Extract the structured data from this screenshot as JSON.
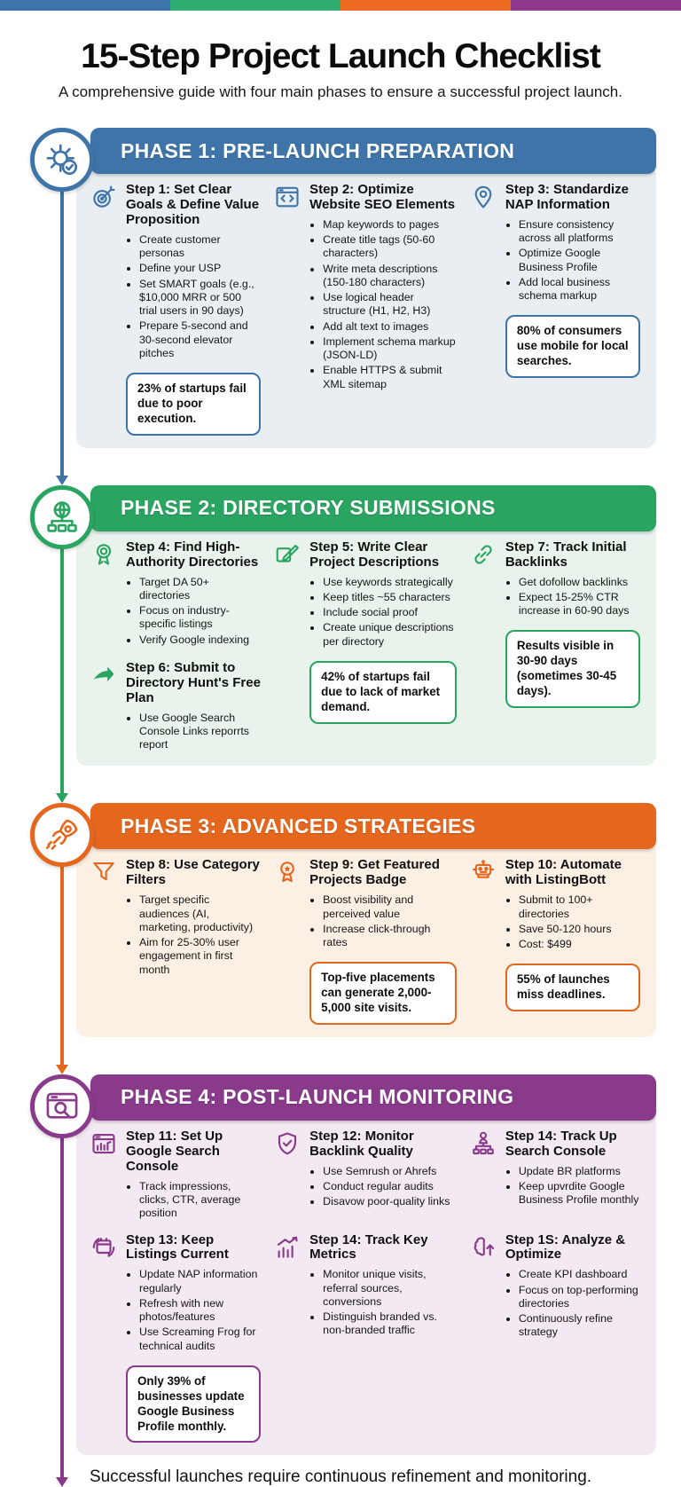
{
  "page": {
    "title": "15-Step Project Launch Checklist",
    "subtitle": "A comprehensive guide with four main phases to ensure a successful project launch.",
    "footer": "Successful launches require continuous refinement and monitoring.",
    "topbar_colors": [
      "#3c74ab",
      "#2fae72",
      "#ec6b20",
      "#8d3a8d"
    ]
  },
  "phases": [
    {
      "title": "PHASE 1: PRE-LAUNCH PREPARATION",
      "color": "#3e74a8",
      "bg": "#e9eef3",
      "icon": "gear-check-icon",
      "rows": [
        [
          {
            "steps": [
              {
                "icon": "target-icon",
                "title": "Step 1: Set Clear Goals & Define Value Proposition",
                "bullets": [
                  "Create customer personas",
                  "Define your USP",
                  "Set SMART goals (e.g., $10,000 MRR or 500 trial users in 90 days)",
                  "Prepare 5-second and 30-second elevator pitches"
                ]
              }
            ],
            "callout": "23% of startups fail due to poor execution."
          },
          {
            "steps": [
              {
                "icon": "code-window-icon",
                "title": "Step 2: Optimize Website SEO Elements",
                "bullets": [
                  "Map keywords to pages",
                  "Create title tags (50-60 characters)",
                  "Write meta descriptions (150-180 characters)",
                  "Use logical header structure (H1, H2, H3)",
                  "Add alt text to images",
                  "Implement schema markup (JSON-LD)",
                  "Enable HTTPS & submit XML sitemap"
                ]
              }
            ],
            "callout": null
          },
          {
            "steps": [
              {
                "icon": "location-pin-icon",
                "title": "Step 3: Standardize NAP Information",
                "bullets": [
                  "Ensure consistency across all platforms",
                  "Optimize Google Business Profile",
                  "Add local business schema markup"
                ]
              }
            ],
            "callout": "80% of consumers use mobile for local searches."
          }
        ]
      ]
    },
    {
      "title": "PHASE 2: DIRECTORY SUBMISSIONS",
      "color": "#2aa561",
      "bg": "#e8f3ec",
      "icon": "globe-network-icon",
      "rows": [
        [
          {
            "steps": [
              {
                "icon": "rosette-icon",
                "title": "Step 4: Find High-Authority Directories",
                "bullets": [
                  "Target DA 50+ directories",
                  "Focus on industry-specific listings",
                  "Verify Google indexing"
                ]
              },
              {
                "icon": "arrow-right-icon",
                "title": "Step 6: Submit to Directory Hunt's Free Plan",
                "bullets": [
                  "Use Google Search Console Links reporrts report"
                ]
              }
            ],
            "callout": null
          },
          {
            "steps": [
              {
                "icon": "pencil-icon",
                "title": "Step 5: Write Clear Project Descriptions",
                "bullets": [
                  "Use keywords strategically",
                  "Keep titles ~55 characters",
                  "Include social proof",
                  "Create unique descriptions per directory"
                ]
              }
            ],
            "callout": "42% of startups fail due to lack of market demand."
          },
          {
            "steps": [
              {
                "icon": "chain-link-icon",
                "title": "Step 7: Track Initial Backlinks",
                "bullets": [
                  "Get dofollow backlinks",
                  "Expect 15-25% CTR increase in 60-90 days"
                ]
              }
            ],
            "callout": "Results visible in 30-90 days (sometimes 30-45 days)."
          }
        ]
      ]
    },
    {
      "title": "PHASE 3: ADVANCED STRATEGIES",
      "color": "#e5671e",
      "bg": "#fcefe4",
      "icon": "rocket-icon",
      "rows": [
        [
          {
            "steps": [
              {
                "icon": "funnel-icon",
                "title": "Step 8: Use Category Filters",
                "bullets": [
                  "Target specific audiences (AI, marketing, productivity)",
                  "Aim for 25-30% user engagement in first month"
                ]
              }
            ],
            "callout": null
          },
          {
            "steps": [
              {
                "icon": "medal-icon",
                "title": "Step 9: Get Featured Projects Badge",
                "bullets": [
                  "Boost visibility and perceived value",
                  "Increase click-through rates"
                ]
              }
            ],
            "callout": "Top-five placements can generate 2,000-5,000 site visits."
          },
          {
            "steps": [
              {
                "icon": "robot-icon",
                "title": "Step 10: Automate with ListingBott",
                "bullets": [
                  "Submit to 100+ directories",
                  "Save 50-120 hours",
                  "Cost: $499"
                ]
              }
            ],
            "callout": "55% of launches miss deadlines."
          }
        ]
      ]
    },
    {
      "title": "PHASE 4: POST-LAUNCH MONITORING",
      "color": "#8a3a8b",
      "bg": "#f3e9f2",
      "icon": "browser-search-icon",
      "rows": [
        [
          {
            "steps": [
              {
                "icon": "browser-chart-icon",
                "title": "Step 11: Set Up Google Search Console",
                "bullets": [
                  "Track impressions, clicks, CTR, average position"
                ]
              }
            ],
            "callout": null
          },
          {
            "steps": [
              {
                "icon": "shield-check-icon",
                "title": "Step 12: Monitor Backlink Quality",
                "bullets": [
                  "Use Semrush or Ahrefs",
                  "Conduct regular audits",
                  "Disavow poor-quality links"
                ]
              }
            ],
            "callout": null
          },
          {
            "steps": [
              {
                "icon": "org-chart-icon",
                "title": "Step 14: Track Up Search Console",
                "bullets": [
                  "Update BR platforms",
                  "Keep upvrdite Google Business Profile monthly"
                ]
              }
            ],
            "callout": null
          }
        ],
        [
          {
            "steps": [
              {
                "icon": "calendar-refresh-icon",
                "title": "Step 13: Keep Listings Current",
                "bullets": [
                  "Update NAP information regularly",
                  "Refresh with new photos/features",
                  "Use Screaming Frog for technical audits"
                ]
              }
            ],
            "callout": "Only 39% of businesses update Google Business Profile monthly."
          },
          {
            "steps": [
              {
                "icon": "chart-up-icon",
                "title": "Step 14: Track Key Metrics",
                "bullets": [
                  "Monitor unique visits, referral sources, conversions",
                  "Distinguish branded vs. non-branded traffic"
                ]
              }
            ],
            "callout": null
          },
          {
            "steps": [
              {
                "icon": "brain-icon",
                "title": "Step 1S: Analyze & Optimize",
                "bullets": [
                  "Create KPI dashboard",
                  "Focus on top-performing directories",
                  "Continuously refine strategy"
                ]
              }
            ],
            "callout": null
          }
        ]
      ]
    }
  ]
}
